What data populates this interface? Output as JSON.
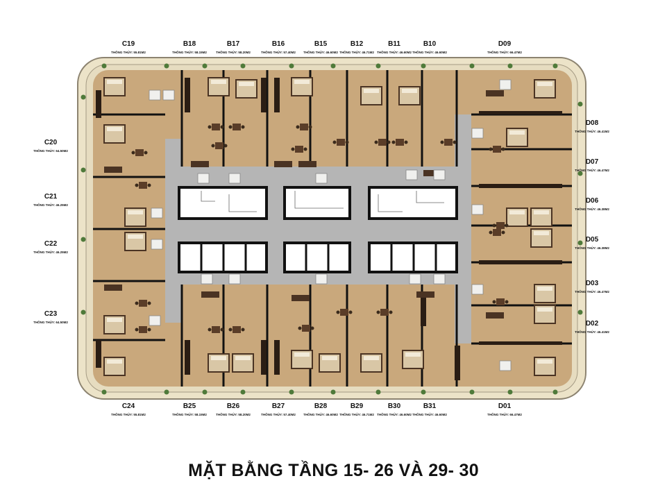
{
  "title": "MẶT BẰNG TẦNG 15- 26 VÀ 29- 30",
  "colors": {
    "wood": "#c9a87c",
    "corridor": "#b5b5b5",
    "wall": "#111111",
    "terrace": "#ece3c8",
    "frame": "#e6dcc0",
    "furniture": "#4a3323",
    "fabric": "#d9c7a6"
  },
  "units": {
    "top": [
      {
        "code": "C19",
        "area": "THÔNG THỦY: 55.81M2"
      },
      {
        "code": "B18",
        "area": "THÔNG THỦY: 58.15M2"
      },
      {
        "code": "B17",
        "area": "THÔNG THỦY: 58.20M2"
      },
      {
        "code": "B16",
        "area": "THÔNG THỦY: 57.40M2"
      },
      {
        "code": "B15",
        "area": "THÔNG THỦY: 46.60M2"
      },
      {
        "code": "B12",
        "area": "THÔNG THỦY: 46.71M2"
      },
      {
        "code": "B11",
        "area": "THÔNG THỦY: 46.60M2"
      },
      {
        "code": "B10",
        "area": "THÔNG THỦY: 46.60M2"
      },
      {
        "code": "D09",
        "area": "THÔNG THỦY: 66.47M2"
      }
    ],
    "bottom": [
      {
        "code": "C24",
        "area": "THÔNG THỦY: 55.81M2"
      },
      {
        "code": "B25",
        "area": "THÔNG THỦY: 58.15M2"
      },
      {
        "code": "B26",
        "area": "THÔNG THỦY: 58.20M2"
      },
      {
        "code": "B27",
        "area": "THÔNG THỦY: 57.40M2"
      },
      {
        "code": "B28",
        "area": "THÔNG THỦY: 46.60M2"
      },
      {
        "code": "B29",
        "area": "THÔNG THỦY: 46.71M2"
      },
      {
        "code": "B30",
        "area": "THÔNG THỦY: 46.60M2"
      },
      {
        "code": "B31",
        "area": "THÔNG THỦY: 46.60M2"
      },
      {
        "code": "D01",
        "area": "THÔNG THỦY: 66.47M2"
      }
    ],
    "left": [
      {
        "code": "C20",
        "area": "THÔNG THỦY: 64.50M2"
      },
      {
        "code": "C21",
        "area": "THÔNG THỦY: 46.25M2"
      },
      {
        "code": "C22",
        "area": "THÔNG THỦY: 46.25M2"
      },
      {
        "code": "C23",
        "area": "THÔNG THỦY: 64.50M2"
      }
    ],
    "right": [
      {
        "code": "D08",
        "area": "THÔNG THỦY: 46.41M2"
      },
      {
        "code": "D07",
        "area": "THÔNG THỦY: 46.47M2"
      },
      {
        "code": "D06",
        "area": "THÔNG THỦY: 46.38M2"
      },
      {
        "code": "D05",
        "area": "THÔNG THỦY: 46.38M2"
      },
      {
        "code": "D03",
        "area": "THÔNG THỦY: 46.47M2"
      },
      {
        "code": "D02",
        "area": "THÔNG THỦY: 46.41M2"
      }
    ]
  }
}
